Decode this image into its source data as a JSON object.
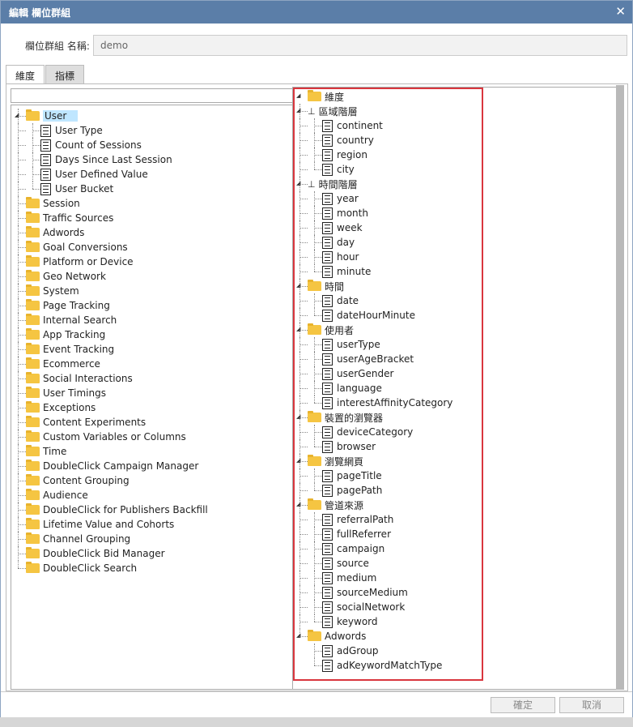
{
  "dialog": {
    "title": "編輯 欄位群組",
    "close_icon": "close-icon",
    "name_label": "欄位群組 名稱:",
    "name_value": "demo"
  },
  "tabs": [
    {
      "label": "維度",
      "active": true
    },
    {
      "label": "指標",
      "active": false
    }
  ],
  "left_tree": {
    "user": {
      "label": "User",
      "children": [
        "User Type",
        "Count of Sessions",
        "Days Since Last Session",
        "User Defined Value",
        "User Bucket"
      ]
    },
    "folders": [
      "Session",
      "Traffic Sources",
      "Adwords",
      "Goal Conversions",
      "Platform or Device",
      "Geo Network",
      "System",
      "Page Tracking",
      "Internal Search",
      "App Tracking",
      "Event Tracking",
      "Ecommerce",
      "Social Interactions",
      "User Timings",
      "Exceptions",
      "Content Experiments",
      "Custom Variables or Columns",
      "Time",
      "DoubleClick Campaign Manager",
      "Content Grouping",
      "Audience",
      "DoubleClick for Publishers Backfill",
      "Lifetime Value and Cohorts",
      "Channel Grouping",
      "DoubleClick Bid Manager",
      "DoubleClick Search"
    ]
  },
  "right_tree": {
    "root": "維度",
    "groups": [
      {
        "label": "區域階層",
        "type": "hierarchy",
        "items": [
          "continent",
          "country",
          "region",
          "city"
        ]
      },
      {
        "label": "時間階層",
        "type": "hierarchy",
        "items": [
          "year",
          "month",
          "week",
          "day",
          "hour",
          "minute"
        ]
      },
      {
        "label": "時間",
        "type": "folder",
        "items": [
          "date",
          "dateHourMinute"
        ]
      },
      {
        "label": "使用者",
        "type": "folder",
        "items": [
          "userType",
          "userAgeBracket",
          "userGender",
          "language",
          "interestAffinityCategory"
        ]
      },
      {
        "label": "裝置的瀏覽器",
        "type": "folder",
        "items": [
          "deviceCategory",
          "browser"
        ]
      },
      {
        "label": "瀏覽網頁",
        "type": "folder",
        "items": [
          "pageTitle",
          "pagePath"
        ]
      },
      {
        "label": "管道來源",
        "type": "folder",
        "items": [
          "referralPath",
          "fullReferrer",
          "campaign",
          "source",
          "medium",
          "sourceMedium",
          "socialNetwork",
          "keyword"
        ]
      },
      {
        "label": "Adwords",
        "type": "folder",
        "items": [
          "adGroup",
          "adKeywordMatchType"
        ]
      }
    ]
  },
  "footer": {
    "confirm_label": "確定",
    "cancel_label": "取消"
  },
  "colors": {
    "titlebar": "#5b7ea8",
    "selection": "#bfe6ff",
    "highlight_box": "#d9363e",
    "folder": "#f5c542"
  }
}
